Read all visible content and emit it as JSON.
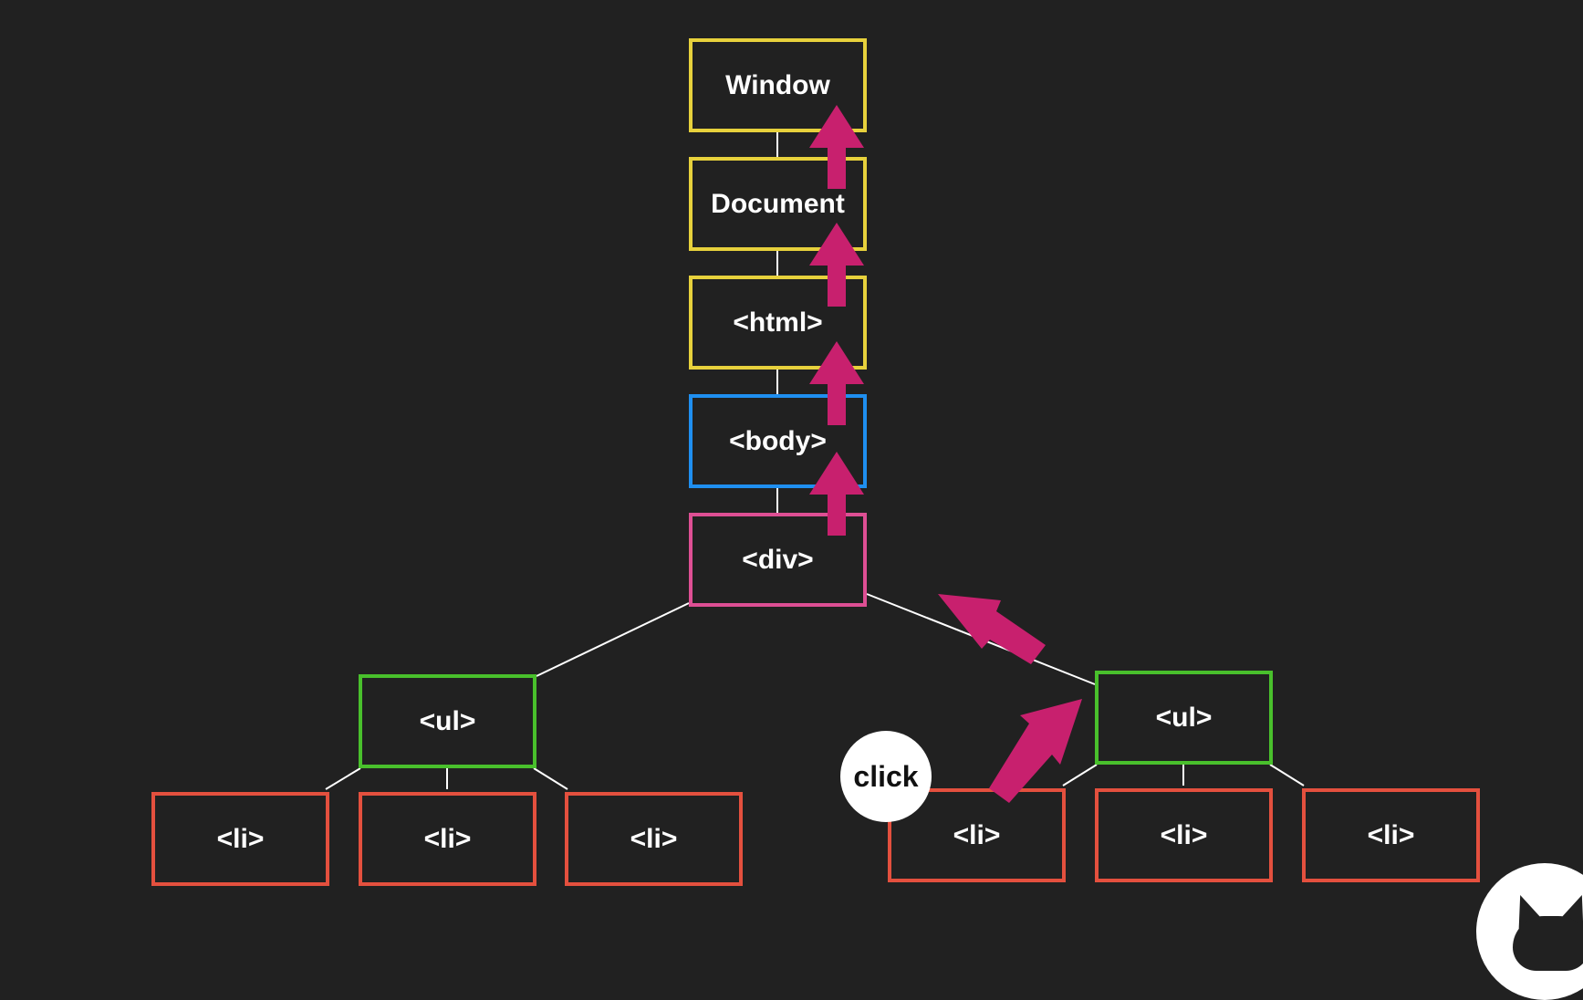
{
  "colors": {
    "background": "#212121",
    "line": "#ffffff",
    "arrow": "#c8206e",
    "window_document_html": "#e7d13c",
    "body": "#1f8ff0",
    "div": "#de4f94",
    "ul": "#49c02c",
    "li": "#e4503e"
  },
  "nodes": {
    "window": "Window",
    "document": "Document",
    "html": "<html>",
    "body": "<body>",
    "div": "<div>",
    "ul_left": "<ul>",
    "ul_right": "<ul>",
    "li_left_1": "<li>",
    "li_left_2": "<li>",
    "li_left_3": "<li>",
    "li_right_1": "<li>",
    "li_right_2": "<li>",
    "li_right_3": "<li>"
  },
  "click_label": "click",
  "logo_icon": "cat-head-logo-icon"
}
